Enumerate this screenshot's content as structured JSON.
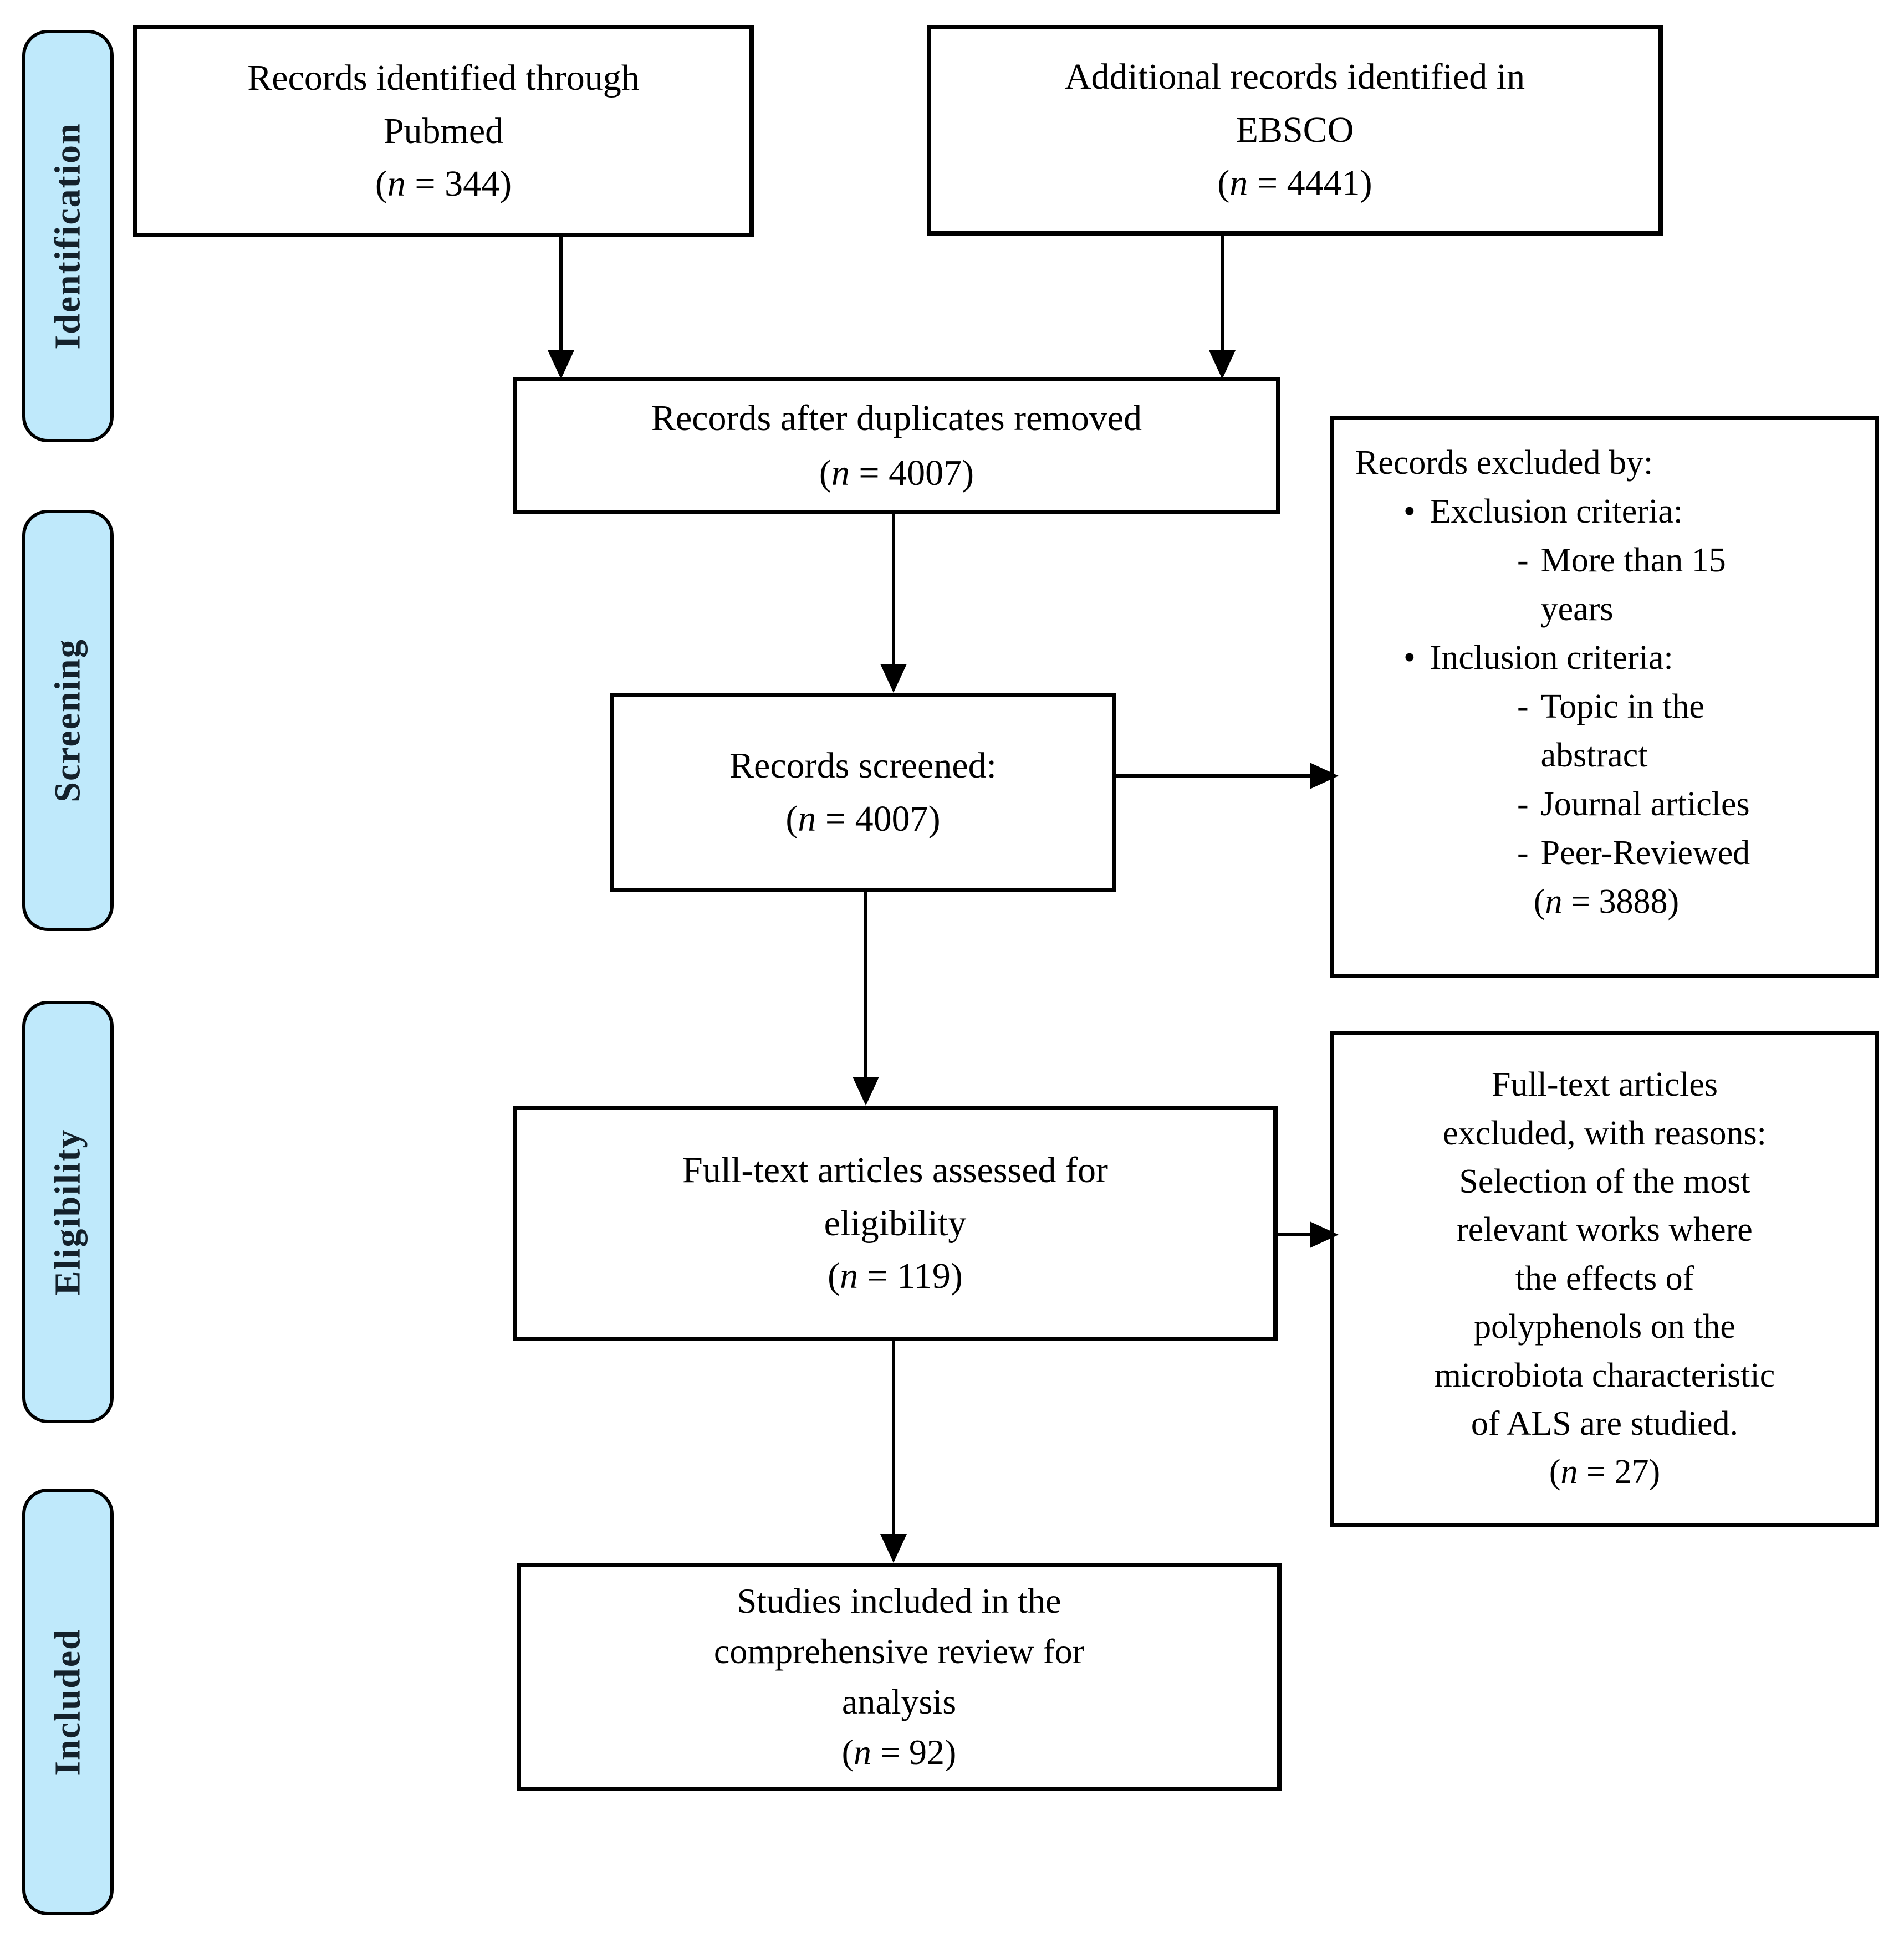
{
  "palette": {
    "stage_fill": "#bfe9fb",
    "stage_text": "#14212b",
    "stroke": "#000000",
    "box_fill": "#ffffff"
  },
  "stages": [
    {
      "label": "Identification"
    },
    {
      "label": "Screening"
    },
    {
      "label": "Eligibility"
    },
    {
      "label": "Included"
    }
  ],
  "boxes": {
    "pubmed": {
      "lines": [
        "Records identified through",
        "Pubmed",
        "(n = 344)"
      ]
    },
    "ebsco": {
      "lines": [
        "Additional records identified in",
        "EBSCO",
        "(n = 4441)"
      ]
    },
    "duplicates_removed": {
      "lines": [
        "Records after duplicates removed",
        "(n = 4007)"
      ]
    },
    "screened": {
      "lines": [
        "Records screened:",
        "(n = 4007)"
      ]
    },
    "records_excluded": {
      "title": "Records excluded by:",
      "bullet_marker": "•",
      "dash_marker": "-",
      "groups": [
        {
          "label": "Exclusion criteria:",
          "items": [
            {
              "lines": [
                "More than 15",
                "years"
              ]
            }
          ]
        },
        {
          "label": "Inclusion criteria:",
          "items": [
            {
              "lines": [
                "Topic in the",
                "abstract"
              ]
            },
            {
              "lines": [
                "Journal articles"
              ]
            },
            {
              "lines": [
                "Peer-Reviewed"
              ]
            }
          ]
        }
      ],
      "count": "(n = 3888)"
    },
    "fulltext_assessed": {
      "lines": [
        "Full-text articles assessed for",
        "eligibility",
        "(n = 119)"
      ]
    },
    "fulltext_excluded": {
      "lines": [
        "Full-text articles",
        "excluded, with reasons:",
        "Selection of the most",
        "relevant works where",
        "the effects of",
        "polyphenols on the",
        "microbiota characteristic",
        "of ALS are studied.",
        "(n = 27)"
      ]
    },
    "included_studies": {
      "lines": [
        "Studies included in the",
        "comprehensive review for",
        "analysis",
        "(n = 92)"
      ]
    }
  }
}
